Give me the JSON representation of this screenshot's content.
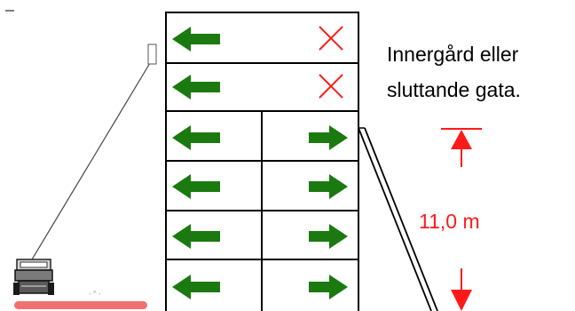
{
  "note": {
    "line1": "Innergård eller",
    "line2": "sluttande gata."
  },
  "dimension": {
    "label": "11,0 m"
  },
  "building": {
    "floors": [
      {
        "left": "arrow-left",
        "right": "cross"
      },
      {
        "left": "arrow-left",
        "right": "cross"
      },
      {
        "left": "arrow-left",
        "right": "arrow-right"
      },
      {
        "left": "arrow-left",
        "right": "arrow-right"
      },
      {
        "left": "arrow-left",
        "right": "arrow-right"
      },
      {
        "left": "arrow-left",
        "right": "arrow-right"
      }
    ]
  },
  "colors": {
    "arrow": "#1a7a10",
    "cross": "#ff1a1a",
    "dimension": "#ff1a1a",
    "ground_bar": "#f07070",
    "outline": "#000000"
  }
}
